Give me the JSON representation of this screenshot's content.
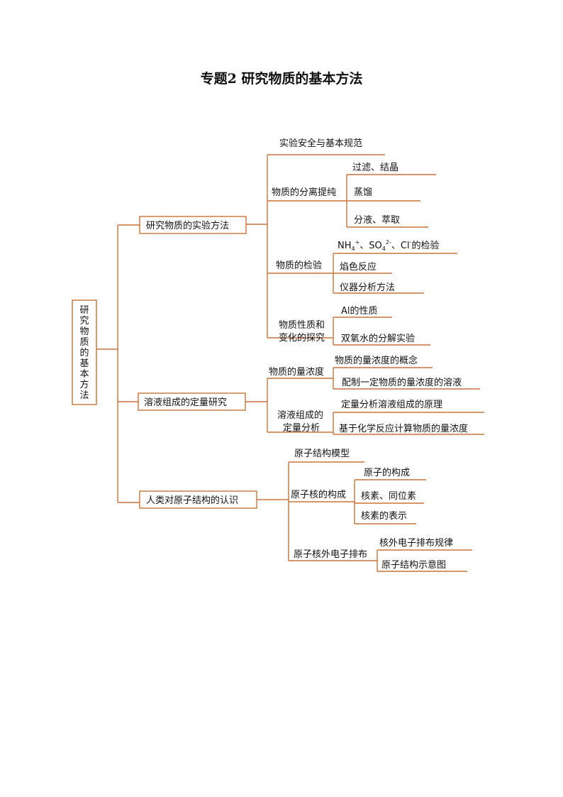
{
  "title": "专题2  研究物质的基本方法",
  "colors": {
    "line": "#c8733a",
    "text": "#111111"
  },
  "mindmap": {
    "root": [
      "研",
      "究",
      "物",
      "质",
      "的",
      "基",
      "本",
      "方",
      "法"
    ],
    "branch1": {
      "label": "研究物质的实验方法",
      "safety": "实验安全与基本规范",
      "separation": {
        "label": "物质的分离提纯",
        "items": [
          "过滤、结晶",
          "蒸馏",
          "分液、萃取"
        ]
      },
      "detection": {
        "label": "物质的检验",
        "ion_nh4": "NH",
        "ion_nh4_sub": "4",
        "ion_nh4_sup": "+",
        "ion_sep1": "、SO",
        "ion_so4_sub": "4",
        "ion_so4_sup": "2-",
        "ion_sep2": "、Cl",
        "ion_cl_sup": "-",
        "ion_tail": "的检验",
        "flame": "焰色反应",
        "instrument": "仪器分析方法"
      },
      "properties": {
        "label_line1": "物质性质和",
        "label_line2": "变化的探究",
        "al": "Al的性质",
        "h2o2": "双氧水的分解实验"
      }
    },
    "branch2": {
      "label": "溶液组成的定量研究",
      "concentration": {
        "label": "物质的量浓度",
        "concept": "物质的量浓度的概念",
        "prepare": "配制一定物质的量浓度的溶液"
      },
      "quant": {
        "label_line1": "溶液组成的",
        "label_line2": "定量分析",
        "principle": "定量分析溶液组成的原理",
        "calc": "基于化学反应计算物质的量浓度"
      }
    },
    "branch3": {
      "label": "人类对原子结构的认识",
      "model": "原子结构模型",
      "nucleus": {
        "label": "原子核的构成",
        "items": [
          "原子的构成",
          "核素、同位素",
          "核素的表示"
        ]
      },
      "electrons": {
        "label": "原子核外电子排布",
        "rule": "核外电子排布规律",
        "diagram": "原子结构示意图"
      }
    }
  }
}
